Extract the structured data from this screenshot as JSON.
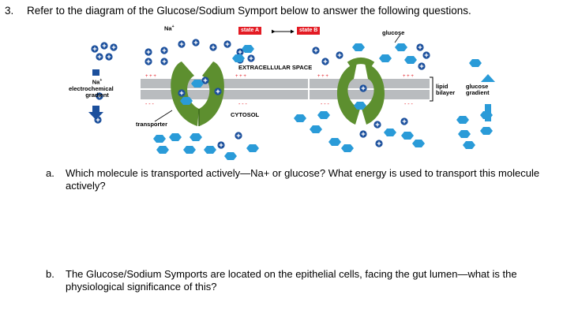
{
  "question": {
    "number": "3.",
    "prompt": "Refer to the diagram of the Glucose/Sodium Symport below to answer the following questions."
  },
  "diagram": {
    "labels": {
      "na_top": "Na",
      "na_sup": "+",
      "state_a": "state A",
      "state_b": "state B",
      "glucose_top": "glucose",
      "extracellular": "EXTRACELLULAR SPACE",
      "cytosol": "CYTOSOL",
      "transporter": "transporter",
      "na_gradient_1": "Na",
      "na_gradient_sup": "+",
      "na_gradient_2": "electrochemical",
      "na_gradient_3": "gradient",
      "lipid_1": "lipid",
      "lipid_2": "bilayer",
      "glucose_gradient_1": "glucose",
      "glucose_gradient_2": "gradient"
    },
    "colors": {
      "sodium": "#1b4f9c",
      "glucose": "#2a9bd8",
      "transporter": "#5d8f2f",
      "state_tag": "#e31b23",
      "membrane": "#b9bcbf"
    }
  },
  "parts": [
    {
      "letter": "a.",
      "text": "Which molecule is transported actively—Na+ or glucose? What energy is used to transport this molecule actively?"
    },
    {
      "letter": "b.",
      "text": "The Glucose/Sodium Symports are located on the epithelial cells, facing the gut lumen—what is the physiological significance of this?"
    }
  ]
}
